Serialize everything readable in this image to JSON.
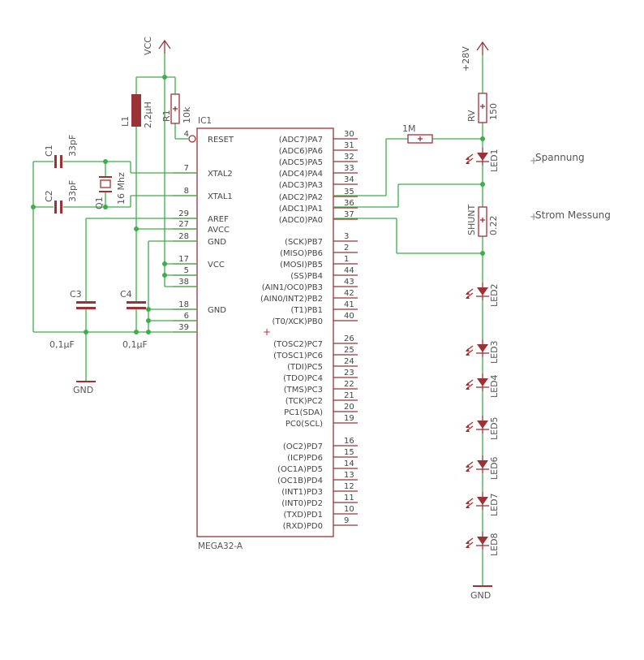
{
  "ic": {
    "name": "IC1",
    "value": "MEGA32-A",
    "left_pins": [
      {
        "label": "RESET",
        "num": "4"
      },
      {
        "label": "XTAL2",
        "num": "7"
      },
      {
        "label": "XTAL1",
        "num": "8"
      },
      {
        "label": "AREF",
        "num": "29"
      },
      {
        "label": "AVCC",
        "num": "27"
      },
      {
        "label": "GND",
        "num": "28"
      },
      {
        "label": "VCC",
        "num": "17"
      },
      {
        "label": "",
        "num": "5"
      },
      {
        "label": "",
        "num": "38"
      },
      {
        "label": "GND",
        "num": "18"
      },
      {
        "label": "",
        "num": "6"
      },
      {
        "label": "",
        "num": "39"
      }
    ],
    "right_pins": [
      {
        "label": "(ADC7)PA7",
        "num": "30"
      },
      {
        "label": "(ADC6)PA6",
        "num": "31"
      },
      {
        "label": "(ADC5)PA5",
        "num": "32"
      },
      {
        "label": "(ADC4)PA4",
        "num": "33"
      },
      {
        "label": "(ADC3)PA3",
        "num": "34"
      },
      {
        "label": "(ADC2)PA2",
        "num": "35"
      },
      {
        "label": "(ADC1)PA1",
        "num": "36"
      },
      {
        "label": "(ADC0)PA0",
        "num": "37"
      },
      {
        "label": "(SCK)PB7",
        "num": "3"
      },
      {
        "label": "(MISO)PB6",
        "num": "2"
      },
      {
        "label": "(MOSI)PB5",
        "num": "1"
      },
      {
        "label": "(SS)PB4",
        "num": "44"
      },
      {
        "label": "(AIN1/OC0)PB3",
        "num": "43"
      },
      {
        "label": "(AIN0/INT2)PB2",
        "num": "42"
      },
      {
        "label": "(T1)PB1",
        "num": "41"
      },
      {
        "label": "(T0/XCK)PB0",
        "num": "40"
      },
      {
        "label": "(TOSC2)PC7",
        "num": "26"
      },
      {
        "label": "(TOSC1)PC6",
        "num": "25"
      },
      {
        "label": "(TDI)PC5",
        "num": "24"
      },
      {
        "label": "(TDO)PC4",
        "num": "23"
      },
      {
        "label": "(TMS)PC3",
        "num": "22"
      },
      {
        "label": "(TCK)PC2",
        "num": "21"
      },
      {
        "label": "PC1(SDA)",
        "num": "20"
      },
      {
        "label": "PC0(SCL)",
        "num": "19"
      },
      {
        "label": "(OC2)PD7",
        "num": "16"
      },
      {
        "label": "(ICP)PD6",
        "num": "15"
      },
      {
        "label": "(OC1A)PD5",
        "num": "14"
      },
      {
        "label": "(OC1B)PD4",
        "num": "13"
      },
      {
        "label": "(INT1)PD3",
        "num": "12"
      },
      {
        "label": "(INT0)PD2",
        "num": "11"
      },
      {
        "label": "(TXD)PD1",
        "num": "10"
      },
      {
        "label": "(RXD)PD0",
        "num": "9"
      }
    ]
  },
  "supplies": {
    "vcc": "VCC",
    "v28": "+28V",
    "gnd_left": "GND",
    "gnd_right": "GND"
  },
  "parts": {
    "l1_name": "L1",
    "l1_value": "2,2µH",
    "r1_name": "R1",
    "r1_value": "10k",
    "c1_name": "C1",
    "c1_value": "33pF",
    "c2_name": "C2",
    "c2_value": "33pF",
    "q1_name": "Q1",
    "q1_value": "16 Mhz",
    "c3_name": "C3",
    "c3_value": "0,1µF",
    "c4_name": "C4",
    "c4_value": "0,1µF",
    "r_1m_value": "1M",
    "rv_name": "RV",
    "rv_value": "150",
    "shunt_name": "SHUNT",
    "shunt_value": "0.22",
    "leds": [
      "LED1",
      "LED2",
      "LED3",
      "LED4",
      "LED5",
      "LED6",
      "LED7",
      "LED8"
    ]
  },
  "annotations": {
    "spannung": "Spannung",
    "strom": "Strom Messung"
  },
  "colors": {
    "wire": "#3cae4a",
    "component": "#9b3336",
    "text": "#555555"
  }
}
